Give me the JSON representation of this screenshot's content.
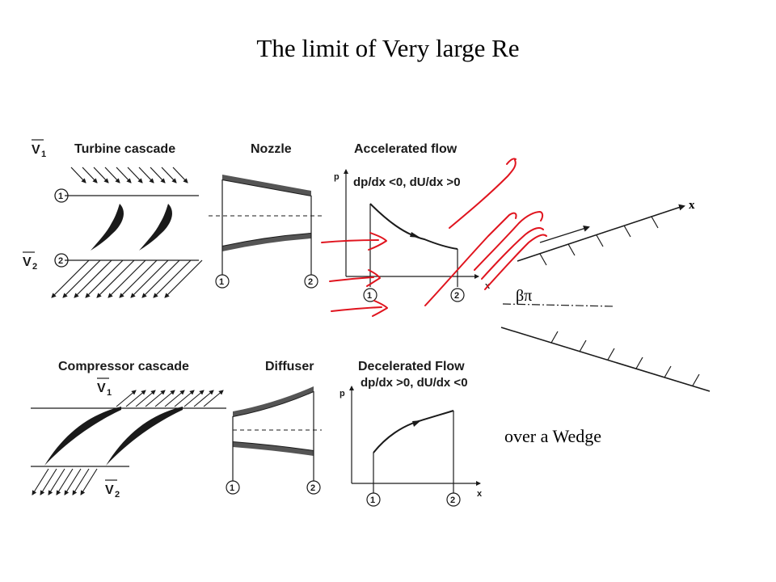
{
  "title": "The limit of  Very large Re",
  "panels": {
    "turbine": {
      "label": "Turbine cascade",
      "v1": "V",
      "v1_sub": "1",
      "v2": "V",
      "v2_sub": "2",
      "st1": "1",
      "st2": "2"
    },
    "nozzle": {
      "label": "Nozzle",
      "st1": "1",
      "st2": "2"
    },
    "accel": {
      "label": "Accelerated flow",
      "cond": "dp/dx <0,  dU/dx >0",
      "p_axis": "p",
      "x_axis": "x",
      "st1": "1",
      "st2": "2"
    },
    "compressor": {
      "label": "Compressor cascade",
      "v1": "V",
      "v1_sub": "1",
      "v2": "V",
      "v2_sub": "2"
    },
    "diffuser": {
      "label": "Diffuser",
      "st1": "1",
      "st2": "2"
    },
    "decel": {
      "label": "Decelerated Flow",
      "cond": "dp/dx >0,  dU/dx <0",
      "p_axis": "p",
      "x_axis": "x",
      "st1": "1",
      "st2": "2"
    },
    "wedge": {
      "x_label": "x",
      "angle_label": "βπ",
      "caption": "over a Wedge"
    }
  },
  "colors": {
    "annotation": "#e0141e",
    "ink": "#1a1a1a"
  }
}
